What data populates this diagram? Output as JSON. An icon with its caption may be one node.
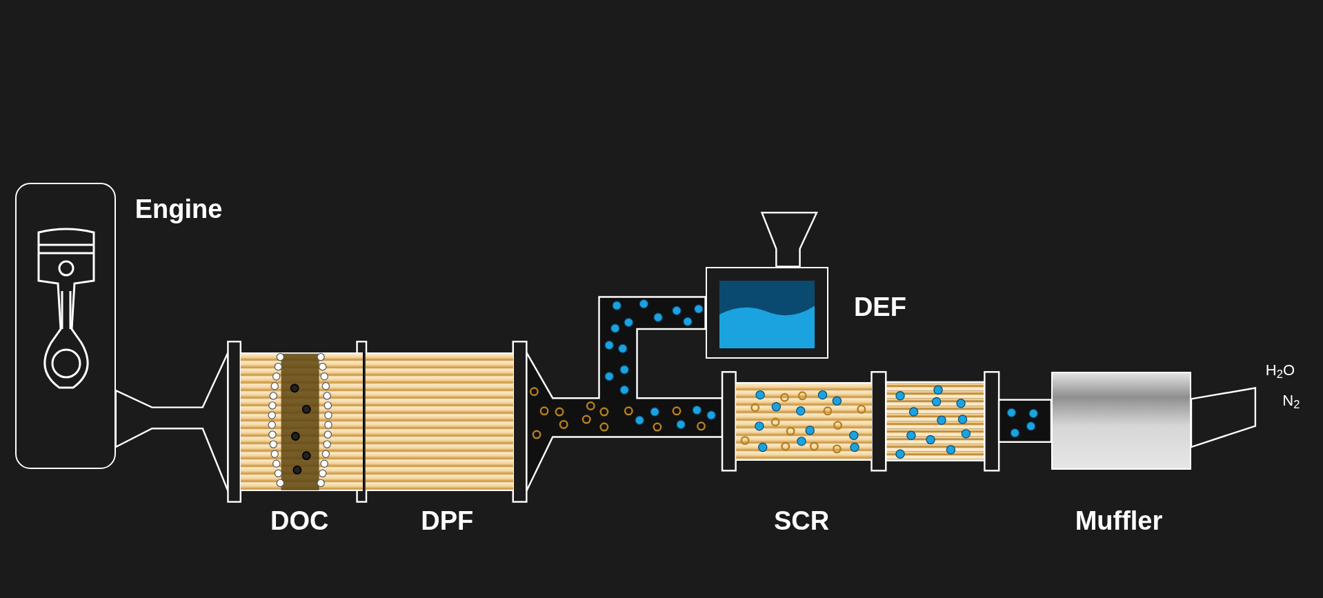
{
  "diagram": {
    "nodes": [
      {
        "text": [
          "Engine"
        ]
      },
      {
        "text": [
          "DOC"
        ]
      },
      {
        "text": [
          "DPF"
        ]
      },
      {
        "text": [
          "DEF"
        ]
      },
      {
        "text": [
          "SCR"
        ]
      },
      {
        "text": [
          "Muffler"
        ]
      }
    ],
    "labels": [
      "H$_{2}$O",
      "N$_{2}$"
    ]
  }
}
